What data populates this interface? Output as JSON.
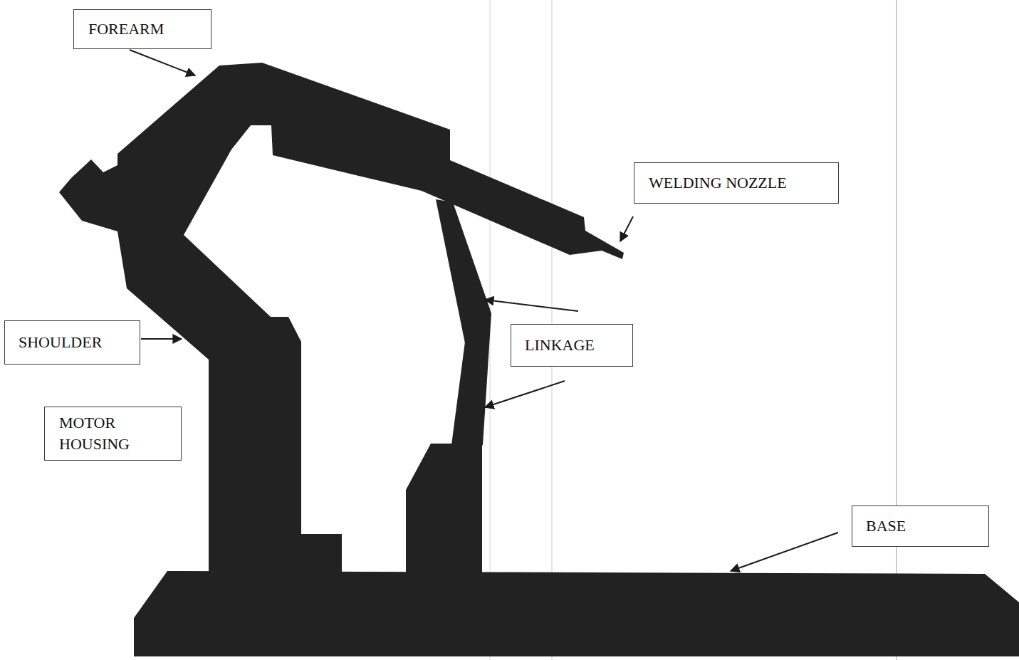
{
  "diagram": {
    "nodes": [
      {
        "text": [
          "FOREARM"
        ]
      },
      {
        "text": [
          "WELDING NOZZLE"
        ]
      },
      {
        "text": [
          "SHOULDER"
        ]
      },
      {
        "text": [
          "LINKAGE"
        ]
      },
      {
        "text": [
          "MOTOR HOUSING"
        ]
      },
      {
        "text": [
          "BASE"
        ]
      }
    ]
  }
}
